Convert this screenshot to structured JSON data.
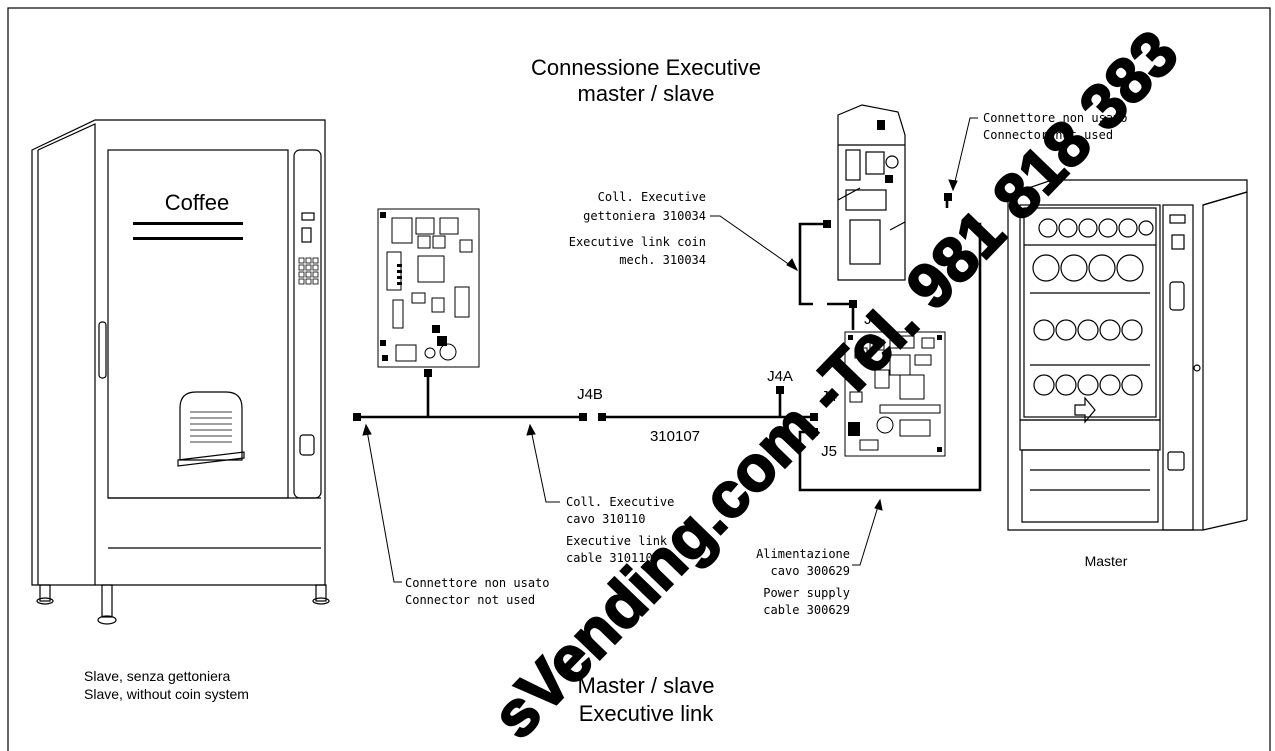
{
  "title": {
    "line1": "Connessione Executive",
    "line2": "master / slave"
  },
  "footer_title": {
    "line1": "Master / slave",
    "line2": "Executive link"
  },
  "slave_machine": {
    "panel_label": "Coffee",
    "caption_it": "Slave, senza gettoniera",
    "caption_en": "Slave, without coin system"
  },
  "master_machine": {
    "caption": "Master"
  },
  "connectors": {
    "j4b": "J4B",
    "j4a": "J4A",
    "j4": "J4",
    "j5": "J5",
    "j7": "J7",
    "cable_code": "310107"
  },
  "callouts": {
    "coin_link": {
      "it_line1": "Coll. Executive",
      "it_line2": "gettoniera 310034",
      "en_line1": "Executive link coin",
      "en_line2": "mech. 310034"
    },
    "unused_top": {
      "it": "Connettore non usato",
      "en": "Connector not used"
    },
    "unused_bottom": {
      "it": "Connettore non usato",
      "en": "Connector not used"
    },
    "exec_cable": {
      "it_line1": "Coll. Executive",
      "it_line2": "cavo 310110",
      "en_line1": "Executive link",
      "en_line2": "cable 310110"
    },
    "power": {
      "it_line1": "Alimentazione",
      "it_line2": "cavo 300629",
      "en_line1": "Power supply",
      "en_line2": "cable 300629"
    }
  },
  "watermark": {
    "text": "sVending.com -Tel. 981 818 383"
  }
}
